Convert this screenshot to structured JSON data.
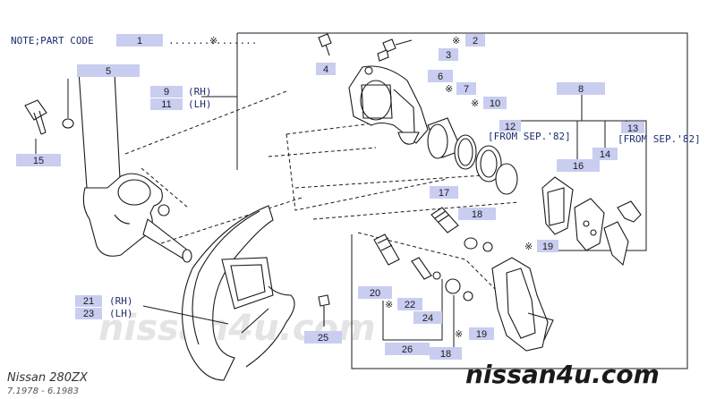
{
  "note": {
    "prefix": "NOTE;PART CODE",
    "code": "1",
    "leader": "...............",
    "star": "※"
  },
  "labels": {
    "l2": "2",
    "l3": "3",
    "l4": "4",
    "l5": "5",
    "l6": "6",
    "l7": "7",
    "l8": "8",
    "l9": "9",
    "l9_side": "(RH)",
    "l10": "10",
    "l11": "11",
    "l11_side": "(LH)",
    "l12": "12",
    "l12_note": "[FROM SEP.'82]",
    "l13": "13",
    "l13_note": "[FROM SEP.'82]",
    "l14": "14",
    "l15": "15",
    "l16": "16",
    "l17": "17",
    "l18a": "18",
    "l18b": "18",
    "l19a": "19",
    "l19b": "19",
    "l20": "20",
    "l21": "21",
    "l21_side": "(RH)",
    "l22": "22",
    "l23": "23",
    "l23_side": "(LH)",
    "l24": "24",
    "l25": "25",
    "l26": "26"
  },
  "star_symbol": "※",
  "footer": {
    "model": "Nissan 280ZX",
    "years": "7.1978 - 6.1983"
  },
  "watermark": {
    "center": "nissan4u.com",
    "corner": "nissan4u.com"
  },
  "colors": {
    "label_chip": "#c9cdf0",
    "ink": "#1a1a1a",
    "label_text": "#1c2d6b"
  }
}
